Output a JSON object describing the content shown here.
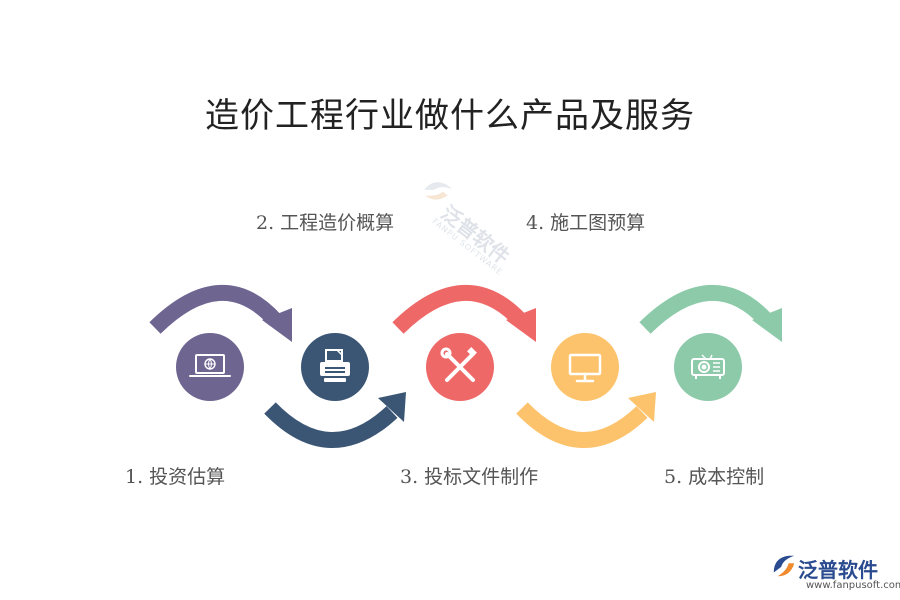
{
  "title": "造价工程行业做什么产品及服务",
  "steps": [
    {
      "label": "1. 投资估算",
      "color": "#6e6591",
      "icon": "laptop-globe-icon"
    },
    {
      "label": "2. 工程造价概算",
      "color": "#3b5675",
      "icon": "printer-icon"
    },
    {
      "label": "3. 投标文件制作",
      "color": "#ef6868",
      "icon": "tools-icon"
    },
    {
      "label": "4. 施工图预算",
      "color": "#fcc36c",
      "icon": "monitor-icon"
    },
    {
      "label": "5. 成本控制",
      "color": "#8ccaa9",
      "icon": "projector-icon"
    }
  ],
  "watermark": {
    "text": "泛普软件",
    "sub": "FANPU SOFTWARE"
  },
  "logo": {
    "text": "泛普软件",
    "url": "www.fanpusoft.com"
  }
}
